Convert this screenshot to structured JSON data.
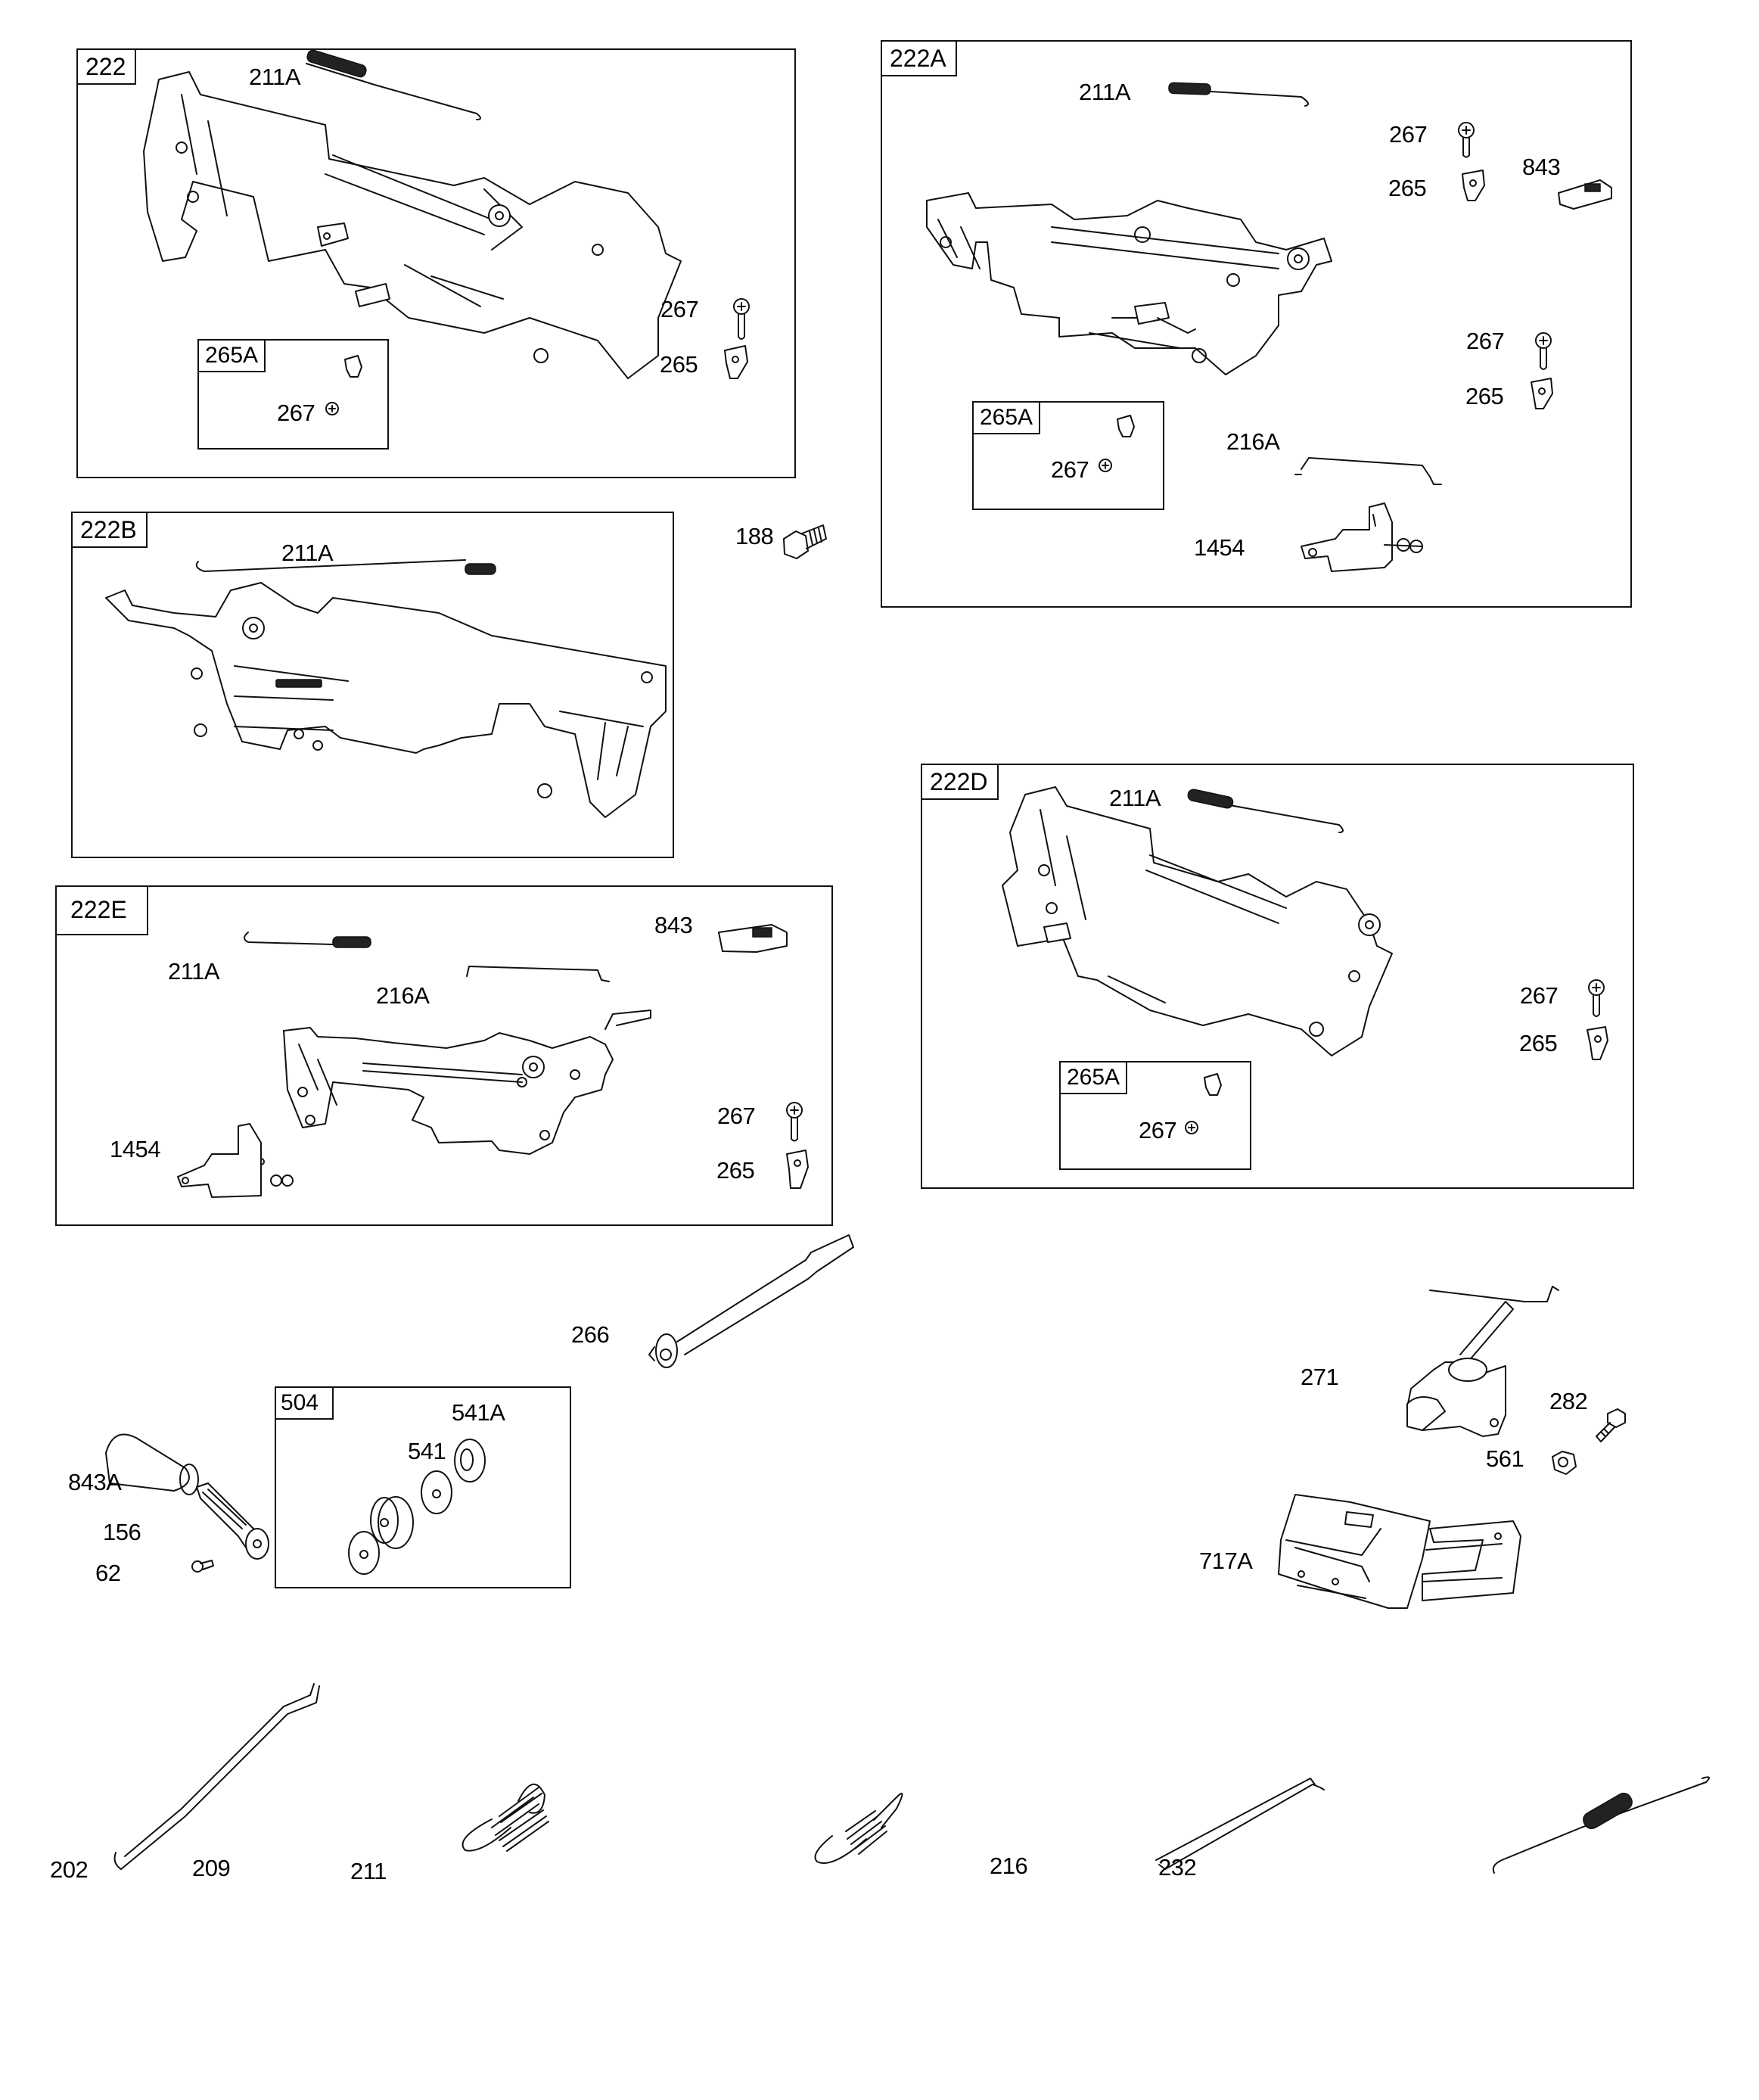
{
  "diagram": {
    "kits": {
      "k222": {
        "tag": "222",
        "labels": {
          "spring": "211A",
          "screw": "267",
          "clip": "265"
        },
        "subkit": {
          "tag": "265A",
          "screw": "267"
        }
      },
      "k222A": {
        "tag": "222A",
        "labels": {
          "spring": "211A",
          "screw_top": "267",
          "clip_top": "265",
          "connector": "843",
          "screw_mid": "267",
          "clip_mid": "265",
          "link": "216A",
          "choke": "1454"
        },
        "subkit": {
          "tag": "265A",
          "screw": "267"
        }
      },
      "k222B": {
        "tag": "222B",
        "labels": {
          "spring": "211A"
        }
      },
      "k222D": {
        "tag": "222D",
        "labels": {
          "spring": "211A",
          "screw": "267",
          "clip": "265"
        },
        "subkit": {
          "tag": "265A",
          "screw": "267"
        }
      },
      "k222E": {
        "tag": "222E",
        "labels": {
          "spring": "211A",
          "connector": "843",
          "link": "216A",
          "choke": "1454",
          "screw": "267",
          "clip": "265"
        }
      },
      "k504": {
        "tag": "504",
        "labels": {
          "washer_a": "541A",
          "washer": "541"
        }
      }
    },
    "loose_parts": {
      "bolt_188": "188",
      "shaft_266": "266",
      "control_271": "271",
      "screw_282": "282",
      "nut_561": "561",
      "bracket_717A": "717A",
      "cap_843A": "843A",
      "terminal_156": "156",
      "screw_62": "62",
      "link_202": "202",
      "spring_209": "209",
      "spring_211": "211",
      "link_216": "216",
      "spring_232": "232"
    }
  }
}
